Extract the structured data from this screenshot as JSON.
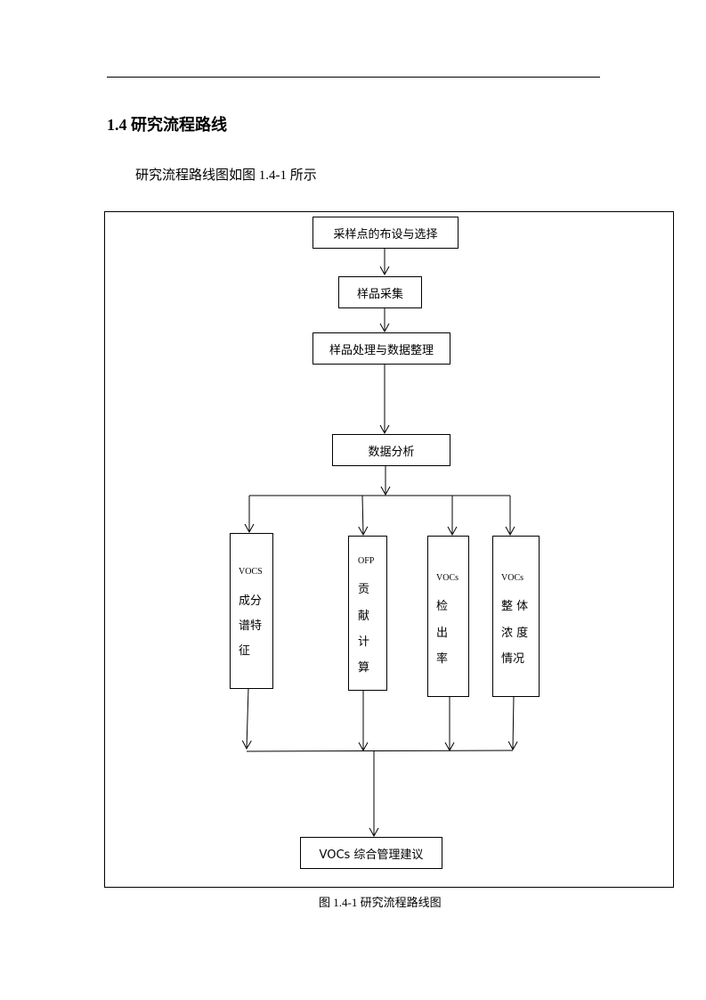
{
  "section": {
    "heading": "1.4 研究流程路线",
    "intro": "研究流程路线图如图 1.4-1 所示"
  },
  "flow": {
    "step1": "采样点的布设与选择",
    "step2": "样品采集",
    "step3": "样品处理与数据整理",
    "step4": "数据分析",
    "branches": [
      {
        "tag": "VOCS",
        "lines": [
          "成分",
          "谱特",
          "征"
        ]
      },
      {
        "tag": "OFP",
        "lines": [
          "贡",
          "献",
          "计",
          "算"
        ]
      },
      {
        "tag": "VOCs",
        "lines": [
          "检",
          "出",
          "率"
        ]
      },
      {
        "tag": "VOCs",
        "lines": [
          "整 体",
          "浓 度",
          "情况"
        ]
      }
    ],
    "final": "VOCs 综合管理建议"
  },
  "figure": {
    "caption": "图 1.4-1  研究流程路线图"
  }
}
